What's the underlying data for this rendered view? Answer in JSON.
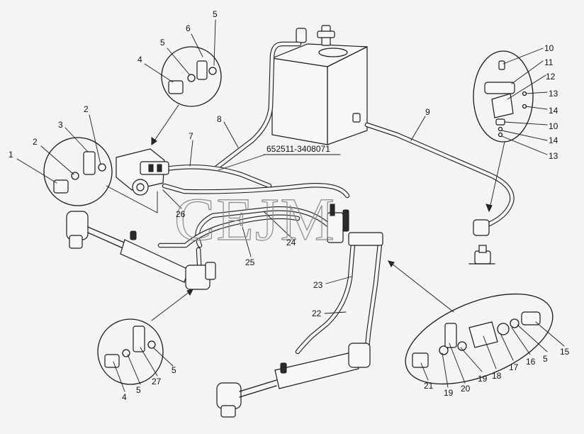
{
  "diagram": {
    "part_number": "652511-3408071",
    "watermark": "CEJM",
    "callouts": [
      {
        "id": "c-5a",
        "text": "5"
      },
      {
        "id": "c-6",
        "text": "6"
      },
      {
        "id": "c-5b",
        "text": "5"
      },
      {
        "id": "c-4a",
        "text": "4"
      },
      {
        "id": "c-2a",
        "text": "2"
      },
      {
        "id": "c-3",
        "text": "3"
      },
      {
        "id": "c-2b",
        "text": "2"
      },
      {
        "id": "c-1",
        "text": "1"
      },
      {
        "id": "c-8",
        "text": "8"
      },
      {
        "id": "c-7",
        "text": "7"
      },
      {
        "id": "c-9",
        "text": "9"
      },
      {
        "id": "c-10a",
        "text": "10"
      },
      {
        "id": "c-11",
        "text": "11"
      },
      {
        "id": "c-12",
        "text": "12"
      },
      {
        "id": "c-13a",
        "text": "13"
      },
      {
        "id": "c-14a",
        "text": "14"
      },
      {
        "id": "c-10b",
        "text": "10"
      },
      {
        "id": "c-14b",
        "text": "14"
      },
      {
        "id": "c-13b",
        "text": "13"
      },
      {
        "id": "c-26",
        "text": "26"
      },
      {
        "id": "c-24",
        "text": "24"
      },
      {
        "id": "c-25",
        "text": "25"
      },
      {
        "id": "c-23",
        "text": "23"
      },
      {
        "id": "c-22",
        "text": "22"
      },
      {
        "id": "c-4b",
        "text": "4"
      },
      {
        "id": "c-5c",
        "text": "5"
      },
      {
        "id": "c-27",
        "text": "27"
      },
      {
        "id": "c-5d",
        "text": "5"
      },
      {
        "id": "c-21",
        "text": "21"
      },
      {
        "id": "c-19a",
        "text": "19"
      },
      {
        "id": "c-20",
        "text": "20"
      },
      {
        "id": "c-19b",
        "text": "19"
      },
      {
        "id": "c-18",
        "text": "18"
      },
      {
        "id": "c-17",
        "text": "17"
      },
      {
        "id": "c-16",
        "text": "16"
      },
      {
        "id": "c-5e",
        "text": "5"
      },
      {
        "id": "c-15",
        "text": "15"
      }
    ]
  }
}
